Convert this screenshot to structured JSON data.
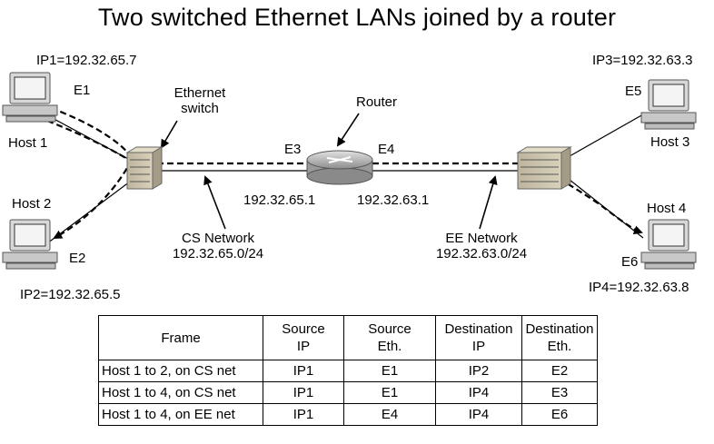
{
  "title": "Two switched Ethernet LANs joined by a router",
  "labels": {
    "ip1": "IP1=192.32.65.7",
    "e1": "E1",
    "host1": "Host 1",
    "host2": "Host 2",
    "e2": "E2",
    "ip2": "IP2=192.32.65.5",
    "eth_switch_1": "Ethernet",
    "eth_switch_2": "switch",
    "router": "Router",
    "e3": "E3",
    "e4": "E4",
    "router_ip_cs": "192.32.65.1",
    "router_ip_ee": "192.32.63.1",
    "cs_net_name": "CS Network",
    "cs_net_addr": "192.32.65.0/24",
    "ee_net_name": "EE Network",
    "ee_net_addr": "192.32.63.0/24",
    "ip3": "IP3=192.32.63.3",
    "e5": "E5",
    "host3": "Host 3",
    "host4": "Host 4",
    "e6": "E6",
    "ip4": "IP4=192.32.63.8"
  },
  "table": {
    "headers": [
      {
        "line1": "Frame",
        "line2": ""
      },
      {
        "line1": "Source",
        "line2": "IP"
      },
      {
        "line1": "Source",
        "line2": "Eth."
      },
      {
        "line1": "Destination",
        "line2": "IP"
      },
      {
        "line1": "Destination",
        "line2": "Eth."
      }
    ],
    "rows": [
      [
        "Host 1 to 2, on CS net",
        "IP1",
        "E1",
        "IP2",
        "E2"
      ],
      [
        "Host 1 to 4, on CS net",
        "IP1",
        "E1",
        "IP4",
        "E3"
      ],
      [
        "Host 1 to 4, on EE net",
        "IP1",
        "E4",
        "IP4",
        "E6"
      ]
    ]
  }
}
